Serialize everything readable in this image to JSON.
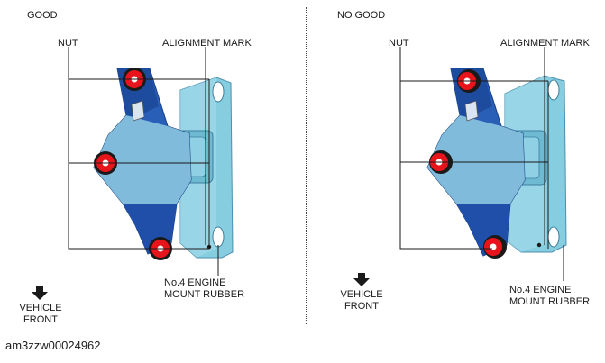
{
  "panels": [
    {
      "status": "GOOD",
      "nut_label": "NUT",
      "alignment_label": "ALIGNMENT MARK",
      "rubber_label_line1": "No.4 ENGINE",
      "rubber_label_line2": "MOUNT RUBBER",
      "direction_line1": "VEHICLE",
      "direction_line2": "FRONT"
    },
    {
      "status": "NO GOOD",
      "nut_label": "NUT",
      "alignment_label": "ALIGNMENT MARK",
      "rubber_label_line1": "No.4 ENGINE",
      "rubber_label_line2": "MOUNT RUBBER",
      "direction_line1": "VEHICLE",
      "direction_line2": "FRONT"
    }
  ],
  "reference_code": "am3zzw00024962",
  "colors": {
    "bracket_dark": "#1f4fa8",
    "bracket_mid": "#3a73c9",
    "rubber_light": "#86cde0",
    "nut_red": "#e8141c",
    "leader_line": "#1a1a1a"
  }
}
